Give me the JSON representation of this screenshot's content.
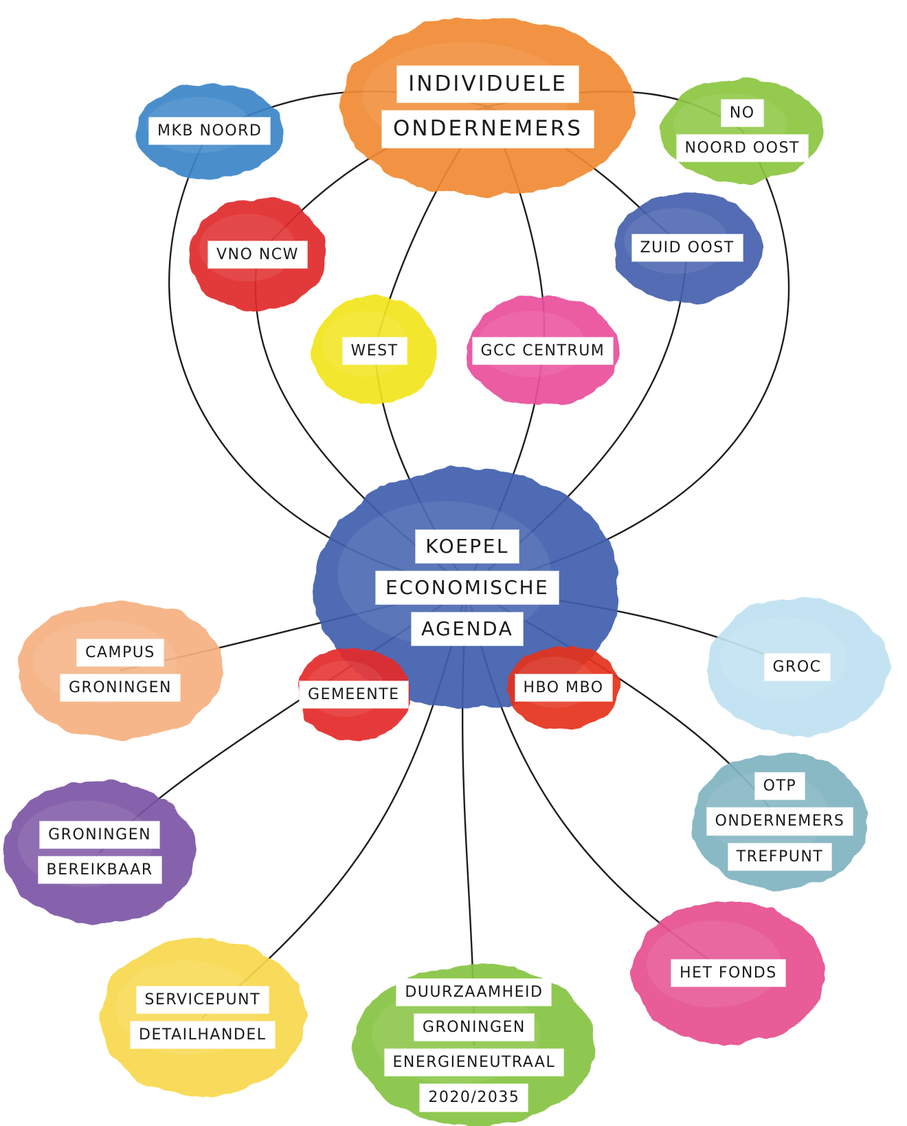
{
  "nodes": [
    {
      "id": "individuele-ondernemers",
      "lines": [
        "INDIVIDUELE",
        "ONDERNEMERS"
      ],
      "color": "#f08a30"
    },
    {
      "id": "mkb-noord",
      "lines": [
        "MKB NOORD"
      ],
      "color": "#3b86c8"
    },
    {
      "id": "no-noord-oost",
      "lines": [
        "NO",
        "NOORD OOST"
      ],
      "color": "#8cc63f"
    },
    {
      "id": "vno-ncw",
      "lines": [
        "VNO NCW"
      ],
      "color": "#e02a2a"
    },
    {
      "id": "zuid-oost",
      "lines": [
        "ZUID OOST"
      ],
      "color": "#4560ad"
    },
    {
      "id": "west",
      "lines": [
        "WEST"
      ],
      "color": "#f2e51d"
    },
    {
      "id": "gcc-centrum",
      "lines": [
        "GCC CENTRUM"
      ],
      "color": "#ea4f9c"
    },
    {
      "id": "koepel-economische-agenda",
      "lines": [
        "KOEPEL",
        "ECONOMISCHE",
        "AGENDA"
      ],
      "color": "#3f5fae"
    },
    {
      "id": "campus-groningen",
      "lines": [
        "CAMPUS",
        "GRONINGEN"
      ],
      "color": "#f6b07f"
    },
    {
      "id": "gemeente",
      "lines": [
        "GEMEENTE"
      ],
      "color": "#e4292a"
    },
    {
      "id": "hbo-mbo",
      "lines": [
        "HBO MBO"
      ],
      "color": "#e4331f"
    },
    {
      "id": "groc",
      "lines": [
        "GROC"
      ],
      "color": "#bfe1f1"
    },
    {
      "id": "otp-ondernemers-trefpunt",
      "lines": [
        "OTP",
        "ONDERNEMERS",
        "TREFPUNT"
      ],
      "color": "#7fb4c1"
    },
    {
      "id": "groningen-bereikbaar",
      "lines": [
        "GRONINGEN",
        "BEREIKBAAR"
      ],
      "color": "#7b55a5"
    },
    {
      "id": "servicepunt-detailhandel",
      "lines": [
        "SERVICEPUNT",
        "DETAILHANDEL"
      ],
      "color": "#f8d84e"
    },
    {
      "id": "duurzaamheid-groningen",
      "lines": [
        "DUURZAAMHEID",
        "GRONINGEN",
        "ENERGIENEUTRAAL",
        "2020/2035"
      ],
      "color": "#86c442"
    },
    {
      "id": "het-fonds",
      "lines": [
        "HET FONDS"
      ],
      "color": "#e7508f"
    }
  ],
  "edges": [
    [
      "individuele-ondernemers",
      "mkb-noord"
    ],
    [
      "individuele-ondernemers",
      "no-noord-oost"
    ],
    [
      "individuele-ondernemers",
      "vno-ncw"
    ],
    [
      "individuele-ondernemers",
      "west"
    ],
    [
      "individuele-ondernemers",
      "gcc-centrum"
    ],
    [
      "individuele-ondernemers",
      "zuid-oost"
    ],
    [
      "mkb-noord",
      "koepel-economische-agenda"
    ],
    [
      "no-noord-oost",
      "koepel-economische-agenda"
    ],
    [
      "vno-ncw",
      "koepel-economische-agenda"
    ],
    [
      "west",
      "koepel-economische-agenda"
    ],
    [
      "gcc-centrum",
      "koepel-economische-agenda"
    ],
    [
      "zuid-oost",
      "koepel-economische-agenda"
    ],
    [
      "koepel-economische-agenda",
      "campus-groningen"
    ],
    [
      "koepel-economische-agenda",
      "groc"
    ],
    [
      "koepel-economische-agenda",
      "otp-ondernemers-trefpunt"
    ],
    [
      "koepel-economische-agenda",
      "groningen-bereikbaar"
    ],
    [
      "koepel-economische-agenda",
      "servicepunt-detailhandel"
    ],
    [
      "koepel-economische-agenda",
      "duurzaamheid-groningen"
    ],
    [
      "koepel-economische-agenda",
      "het-fonds"
    ]
  ]
}
